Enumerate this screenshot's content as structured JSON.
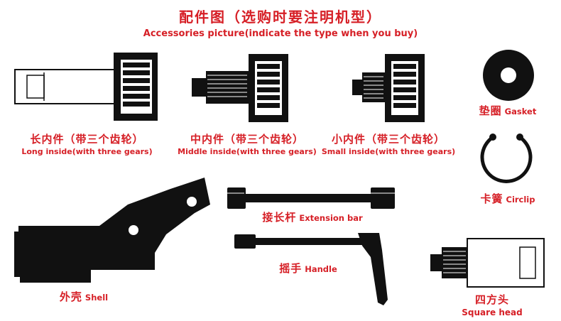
{
  "header": {
    "title_zh": "配件图（选购时要注明机型）",
    "title_en": "Accessories picture(indicate the type when you buy)"
  },
  "parts": {
    "long_inside": {
      "zh": "长内件（带三个齿轮）",
      "en": "Long inside(with three gears)"
    },
    "middle_inside": {
      "zh": "中内件（带三个齿轮）",
      "en": "Middle inside(with three gears)"
    },
    "small_inside": {
      "zh": "小内件（带三个齿轮）",
      "en": "Small inside(with three gears)"
    },
    "gasket": {
      "zh": "垫圈",
      "en": "Gasket"
    },
    "circlip": {
      "zh": "卡簧",
      "en": "Circlip"
    },
    "extension_bar": {
      "zh": "接长杆",
      "en": "Extension bar"
    },
    "handle": {
      "zh": "摇手",
      "en": "Handle"
    },
    "shell": {
      "zh": "外壳",
      "en": "Shell"
    },
    "square_head": {
      "zh": "四方头",
      "en": "Square head"
    }
  },
  "colors": {
    "label_red": "#d61f26",
    "drawing": "#111111"
  }
}
